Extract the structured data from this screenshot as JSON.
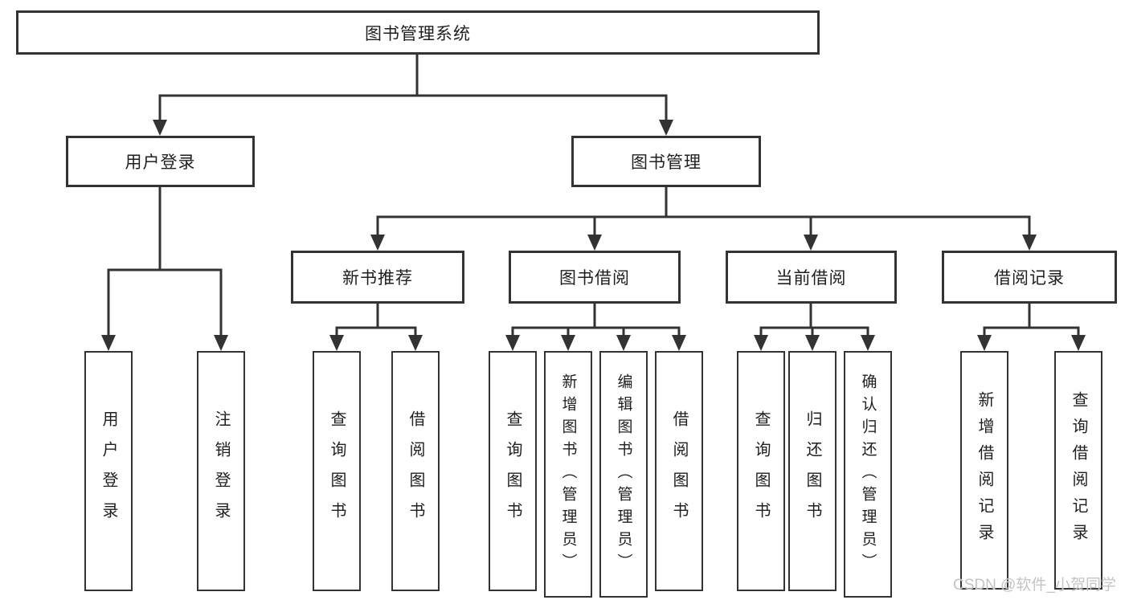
{
  "diagram": {
    "title": "图书管理系统",
    "watermark": "CSDN @软件_小贺同学"
  },
  "nodes": {
    "root": {
      "label": "图书管理系统"
    },
    "user_login": {
      "label": "用户登录"
    },
    "book_mgmt": {
      "label": "图书管理"
    },
    "new_book_rec": {
      "label": "新书推荐"
    },
    "book_borrow": {
      "label": "图书借阅"
    },
    "current_borrow": {
      "label": "当前借阅"
    },
    "borrow_records": {
      "label": "借阅记录"
    },
    "leaf_user_login": {
      "label": "用户登录"
    },
    "leaf_logout": {
      "label": "注销登录"
    },
    "leaf_rec_query": {
      "label": "查询图书"
    },
    "leaf_rec_borrow": {
      "label": "借阅图书"
    },
    "leaf_bb_query": {
      "label": "查询图书"
    },
    "leaf_bb_add": {
      "label": "新增图书（管理员）"
    },
    "leaf_bb_edit": {
      "label": "编辑图书（管理员）"
    },
    "leaf_bb_borrow": {
      "label": "借阅图书"
    },
    "leaf_cb_query": {
      "label": "查询图书"
    },
    "leaf_cb_return": {
      "label": "归还图书"
    },
    "leaf_cb_confirm": {
      "label": "确认归还（管理员）"
    },
    "leaf_br_add": {
      "label": "新增借阅记录"
    },
    "leaf_br_query": {
      "label": "查询借阅记录"
    }
  },
  "structure": {
    "root_children": [
      "用户登录",
      "图书管理"
    ],
    "user_login_children": [
      "用户登录",
      "注销登录"
    ],
    "book_mgmt_children": [
      "新书推荐",
      "图书借阅",
      "当前借阅",
      "借阅记录"
    ],
    "new_book_rec_children": [
      "查询图书",
      "借阅图书"
    ],
    "book_borrow_children": [
      "查询图书",
      "新增图书（管理员）",
      "编辑图书（管理员）",
      "借阅图书"
    ],
    "current_borrow_children": [
      "查询图书",
      "归还图书",
      "确认归还（管理员）"
    ],
    "borrow_records_children": [
      "新增借阅记录",
      "查询借阅记录"
    ]
  },
  "colors": {
    "line": "#333333",
    "text": "#1f1f1f",
    "background": "#ffffff",
    "watermark": "#c1c1c1"
  }
}
